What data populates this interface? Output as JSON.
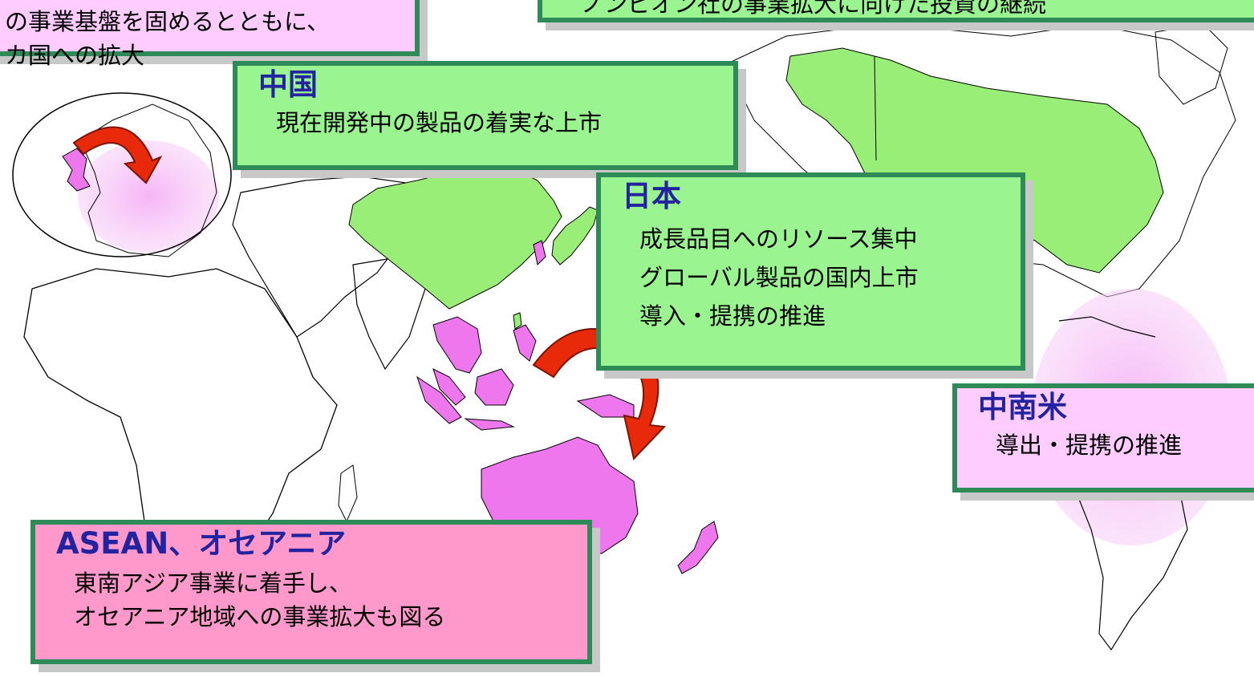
{
  "colors": {
    "box_border": "#2e8b57",
    "green_box": "#9af591",
    "pink_box": "#ff99cc",
    "lilac_box": "#ffccff",
    "highlight_green": "#99ee77",
    "highlight_pink": "#ee77ee",
    "arrow": "#e82a0a",
    "title_text": "#2323a0"
  },
  "icons": [
    "curved-arrow-icon"
  ],
  "regions": {
    "europe": {
      "lines": [
        "の事業基盤を固めるとともに、",
        "カ国への拡大"
      ]
    },
    "usa": {
      "lines": [
        "ノンビオン社の事業拡大に向けた投資の継続"
      ]
    },
    "china": {
      "title": "中国",
      "lines": [
        "現在開発中の製品の着実な上市"
      ]
    },
    "japan": {
      "title": "日本",
      "lines": [
        "成長品目へのリソース集中",
        "グローバル製品の国内上市",
        "導入・提携の推進"
      ]
    },
    "latam": {
      "title": "中南米",
      "lines": [
        "導出・提携の推進"
      ]
    },
    "asean": {
      "title": "ASEAN、オセアニア",
      "lines": [
        "東南アジア事業に着手し、",
        "オセアニア地域への事業拡大も図る"
      ]
    }
  }
}
